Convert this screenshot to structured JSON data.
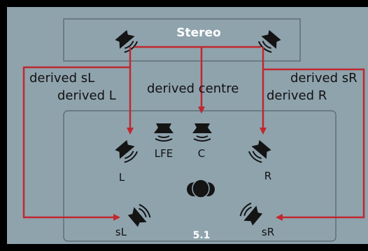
{
  "colors": {
    "background": "#8fa3ad",
    "frame": "#000000",
    "box_stroke": "#5e7079",
    "arrow": "#c0282e",
    "speaker": "#141414",
    "text": "#111111",
    "title": "#ffffff"
  },
  "stereo_box": {
    "title": "Stereo"
  },
  "surround_box": {
    "title": "5.1"
  },
  "derived": {
    "sL": "derived sL",
    "L": "derived L",
    "centre": "derived centre",
    "sR": "derived sR",
    "R": "derived R"
  },
  "speakers": {
    "L": "L",
    "LFE": "LFE",
    "C": "C",
    "R": "R",
    "sL": "sL",
    "sR": "sR"
  },
  "icons": {
    "speaker": "speaker-icon",
    "listener": "listener-head-icon",
    "arrow": "arrow-icon"
  }
}
